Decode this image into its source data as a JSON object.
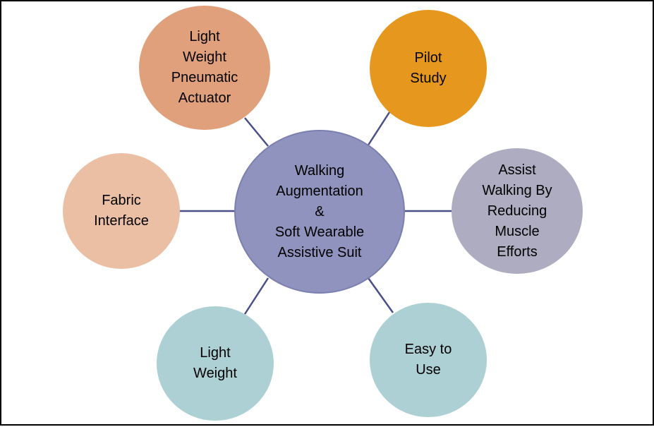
{
  "center": {
    "label": "Walking\nAugmentation\n&\nSoft Wearable\nAssistive Suit",
    "color": "#8f93bd"
  },
  "nodes": [
    {
      "id": "actuator",
      "label": "Light\nWeight\nPneumatic\nActuator",
      "color": "#e0a07b"
    },
    {
      "id": "pilot",
      "label": "Pilot\nStudy",
      "color": "#e6971e"
    },
    {
      "id": "assist",
      "label": "Assist\nWalking By\nReducing\nMuscle\nEfforts",
      "color": "#adacc0"
    },
    {
      "id": "easy",
      "label": "Easy to\nUse",
      "color": "#acd0d4"
    },
    {
      "id": "weight",
      "label": "Light\nWeight",
      "color": "#acd0d4"
    },
    {
      "id": "fabric",
      "label": "Fabric\nInterface",
      "color": "#ebbfa4"
    }
  ],
  "connector_color": "#4a4f8a"
}
